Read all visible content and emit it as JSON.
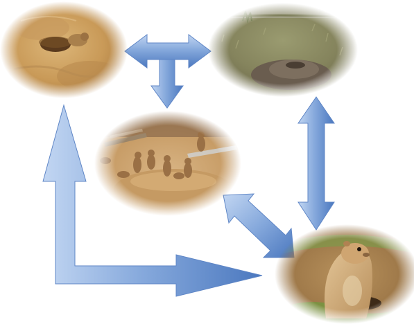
{
  "diagram": {
    "type": "cycle",
    "nodes": [
      {
        "id": "burrow-entrance",
        "depiction": "sandy-burrow-hole-photo"
      },
      {
        "id": "mound-in-grass",
        "depiction": "grassland-dirt-mound-photo"
      },
      {
        "id": "colony",
        "depiction": "prairie-dog-colony-photo"
      },
      {
        "id": "prairie-dog-closeup",
        "depiction": "prairie-dog-emerging-photo"
      }
    ],
    "connections": [
      {
        "from": "burrow-entrance",
        "to": "mound-in-grass",
        "style": "double-arrow"
      },
      {
        "from": "burrow-entrance",
        "to": "colony",
        "style": "arrow"
      },
      {
        "from": "mound-in-grass",
        "to": "prairie-dog-closeup",
        "style": "double-arrow"
      },
      {
        "from": "colony",
        "to": "prairie-dog-closeup",
        "style": "double-arrow"
      },
      {
        "from": "prairie-dog-closeup",
        "to": "burrow-entrance",
        "style": "elbow-arrow"
      }
    ]
  },
  "colors": {
    "arrow_light": "#a8c4ea",
    "arrow_mid": "#7ba0d6",
    "arrow_dark": "#3f6db5",
    "sand": "#d1a86a",
    "grass": "#8c8f63",
    "soil": "#6b5c4c"
  }
}
